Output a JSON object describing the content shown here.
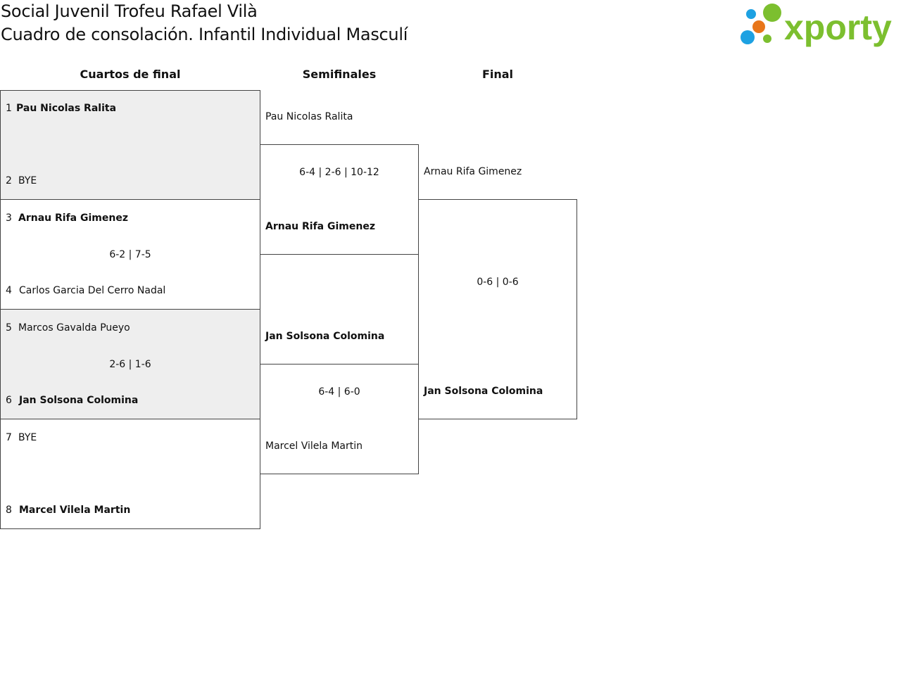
{
  "header": {
    "title_line1": "Social Juvenil Trofeu Rafael Vilà",
    "title_line2": "Cuadro de consolación. Infantil Individual Masculí",
    "logo_text": "xporty"
  },
  "colors": {
    "logo_green": "#7cbf2f",
    "logo_orange": "#e8761a",
    "logo_blue": "#1da1e2",
    "shaded_row": "#eeeeee",
    "border": "#444444"
  },
  "rounds": {
    "quarterfinals": "Cuartos de final",
    "semifinals": "Semifinales",
    "final": "Final"
  },
  "quarterfinals": [
    {
      "seed_top": "1",
      "player_top": "Pau Nicolas Ralita",
      "seed_bottom": "2",
      "player_bottom": "BYE",
      "score": ""
    },
    {
      "seed_top": "3",
      "player_top": "Arnau Rifa Gimenez",
      "seed_bottom": "4",
      "player_bottom": "Carlos Garcia Del Cerro Nadal",
      "score": "6-2 | 7-5"
    },
    {
      "seed_top": "5",
      "player_top": "Marcos Gavalda Pueyo",
      "seed_bottom": "6",
      "player_bottom": "Jan Solsona Colomina",
      "score": "2-6 | 1-6"
    },
    {
      "seed_top": "7",
      "player_top": "BYE",
      "seed_bottom": "8",
      "player_bottom": "Marcel Vilela Martin",
      "score": ""
    }
  ],
  "semifinals": [
    {
      "player_top": "Pau Nicolas Ralita",
      "player_bottom": "Arnau Rifa Gimenez",
      "score": "6-4 | 2-6 | 10-12"
    },
    {
      "player_top": "Jan Solsona Colomina",
      "player_bottom": "Marcel Vilela Martin",
      "score": "6-4 | 6-0"
    }
  ],
  "final": {
    "player_top": "Arnau Rifa Gimenez",
    "player_bottom": "Jan Solsona Colomina",
    "score": "0-6 | 0-6"
  }
}
